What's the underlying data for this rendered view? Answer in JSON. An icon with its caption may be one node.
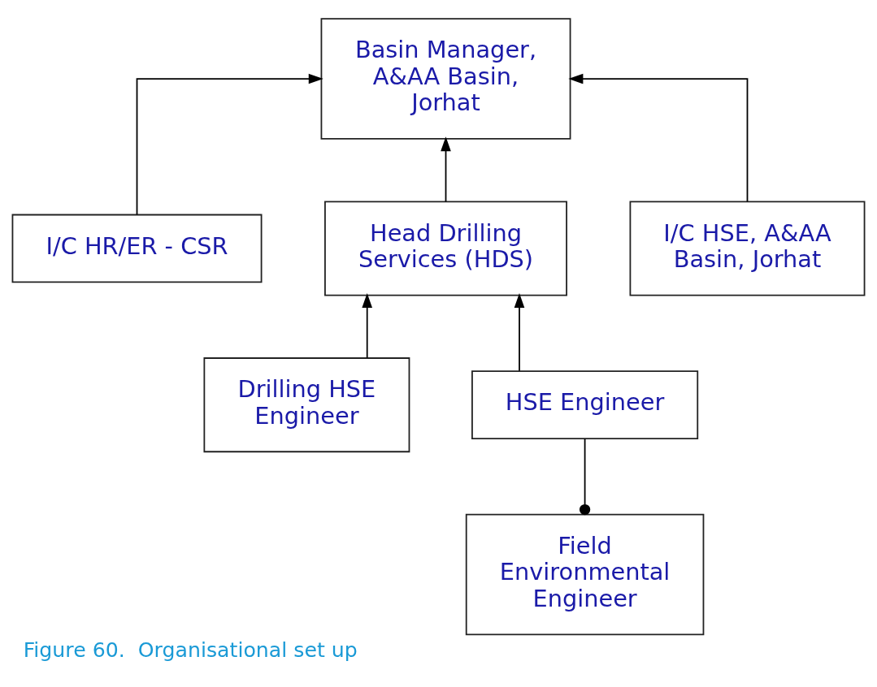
{
  "diagram": {
    "caption": "Figure 60.  Organisational set up",
    "nodes": [
      {
        "text": [
          "Basin Manager, A&AA Basin, Jorhat"
        ]
      },
      {
        "text": [
          "I/C HR/ER - CSR"
        ]
      },
      {
        "text": [
          "Head Drilling Services (HDS)"
        ]
      },
      {
        "text": [
          "I/C HSE, A&AA Basin, Jorhat"
        ]
      },
      {
        "text": [
          "Drilling HSE Engineer"
        ]
      },
      {
        "text": [
          "HSE Engineer"
        ]
      },
      {
        "text": [
          "Field Environmental Engineer"
        ]
      }
    ],
    "edges": [
      {
        "from": 2,
        "to": 0,
        "arrow": "to"
      },
      {
        "from": 3,
        "to": 0,
        "arrow": "to"
      },
      {
        "from": 1,
        "to": 0,
        "arrow": "to"
      },
      {
        "from": 4,
        "to": 2,
        "arrow": "to"
      },
      {
        "from": 5,
        "to": 2,
        "arrow": "to"
      },
      {
        "from": 6,
        "to": 5,
        "arrow": "other"
      }
    ]
  }
}
